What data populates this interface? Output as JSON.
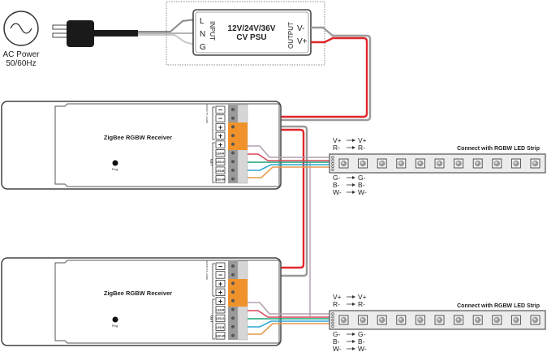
{
  "ac_source": {
    "icon": "ac-sine-icon",
    "label_line1": "AC Power",
    "label_line2": "50/60Hz"
  },
  "psu": {
    "title_line1": "12V/24V/36V",
    "title_line2": "CV PSU",
    "input_label": "INPUT",
    "output_label": "OUTPUT",
    "input_terminals": [
      "L",
      "N",
      "G"
    ],
    "output_terminals": [
      "V-",
      "V+"
    ]
  },
  "receivers": [
    {
      "title": "ZigBee RGBW Receiver",
      "prog_label": "Prog.",
      "input_group_label": "INPUT 12-36VDC",
      "output_group_label": "LED",
      "terminals": [
        "−",
        "−",
        "+",
        "+",
        "+",
        "LED-R",
        "LED-G",
        "LED-B",
        "LED-W"
      ]
    },
    {
      "title": "ZigBee RGBW Receiver",
      "prog_label": "Prog.",
      "input_group_label": "INPUT 12-36VDC",
      "output_group_label": "LED",
      "terminals": [
        "−",
        "−",
        "+",
        "+",
        "+",
        "LED-R",
        "LED-G",
        "LED-B",
        "LED-W"
      ]
    }
  ],
  "strips": [
    {
      "title": "Connect with RGBW LED Strip",
      "mapping_top": [
        {
          "from": "V+",
          "to": "V+"
        },
        {
          "from": "R-",
          "to": "R-"
        }
      ],
      "mapping_bottom": [
        {
          "from": "G-",
          "to": "G-"
        },
        {
          "from": "B-",
          "to": "B-"
        },
        {
          "from": "W-",
          "to": "W-"
        }
      ],
      "led_count": 11
    },
    {
      "title": "Connect with RGBW LED Strip",
      "mapping_top": [
        {
          "from": "V+",
          "to": "V+"
        },
        {
          "from": "R-",
          "to": "R-"
        }
      ],
      "mapping_bottom": [
        {
          "from": "G-",
          "to": "G-"
        },
        {
          "from": "B-",
          "to": "B-"
        },
        {
          "from": "W-",
          "to": "W-"
        }
      ],
      "led_count": 11
    }
  ],
  "colors": {
    "wire_positive": "#e0262a",
    "wire_negative": "#9a9a9a",
    "wire_red_channel": "#d9475a",
    "wire_green_channel": "#1aa37a",
    "wire_blue_channel": "#2aa7d8",
    "wire_white_channel": "#e59a4a",
    "wire_vplus_strip": "#b0a0b0",
    "terminal_input": "#f0922b",
    "terminal_gray": "#bdbdbd",
    "outline": "#444444"
  }
}
